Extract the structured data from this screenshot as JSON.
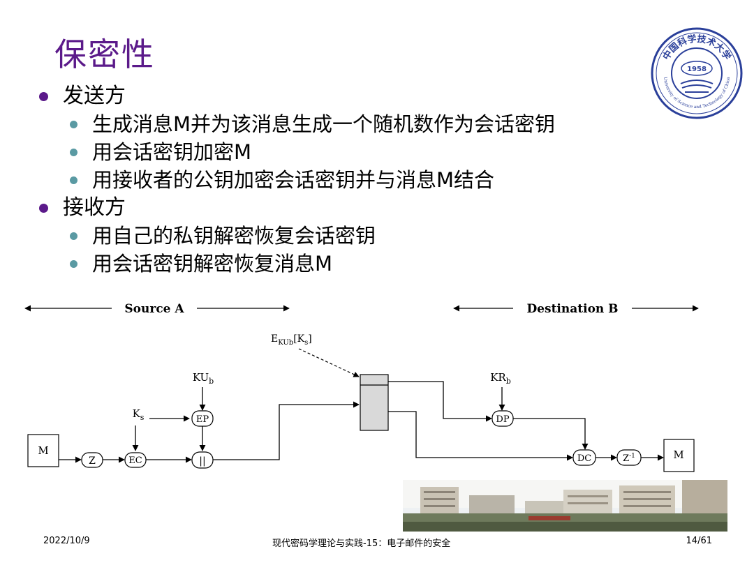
{
  "title": "保密性",
  "bullets": [
    {
      "label": "发送方",
      "children": [
        "生成消息M并为该消息生成一个随机数作为会话密钥",
        "用会话密钥加密M",
        "用接收者的公钥加密会话密钥并与消息M结合"
      ]
    },
    {
      "label": "接收方",
      "children": [
        "用自己的私钥解密恢复会话密钥",
        "用会话密钥解密恢复消息M"
      ]
    }
  ],
  "diagram": {
    "source_label": "Source A",
    "dest_label": "Destination B",
    "message_left": "M",
    "message_right": "M",
    "node_z": "Z",
    "node_ec": "EC",
    "node_ep": "EP",
    "node_concat": "||",
    "node_dp": "DP",
    "node_dc": "DC",
    "node_zinv": "Z",
    "node_zinv_sup": "-1",
    "key_ks": "K",
    "key_ks_sub": "s",
    "key_kub": "KU",
    "key_kub_sub": "b",
    "key_krb": "KR",
    "key_krb_sub": "b",
    "enc_key_E": "E",
    "enc_key_sub": "KUb",
    "enc_key_rest": "[K",
    "enc_key_s": "s",
    "enc_key_close": "]"
  },
  "logo": {
    "year": "1958",
    "ring_text": "University of Science and Technology of China",
    "chinese_text": "中国科学技术大学"
  },
  "footer": {
    "date": "2022/10/9",
    "course": "现代密码学理论与实践-15：电子邮件的安全",
    "page": "14/61"
  },
  "colors": {
    "title": "#5b1a8a",
    "bullet_l1": "#5b1a8a",
    "bullet_l2": "#5a9aa3",
    "logo": "#2a3f9a"
  }
}
